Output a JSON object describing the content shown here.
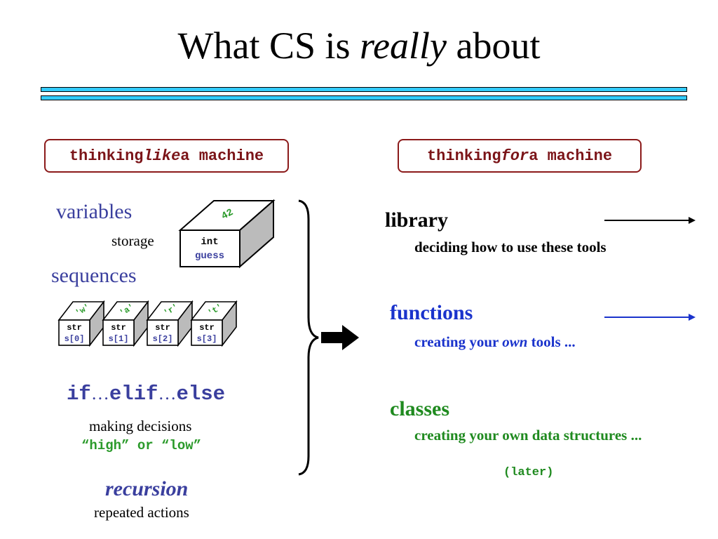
{
  "slide": {
    "title_pre": "What CS is ",
    "title_em": "really",
    "title_post": " about"
  },
  "left_pill": {
    "pre": "thinking ",
    "em": "like",
    "post": " a machine"
  },
  "right_pill": {
    "pre": "thinking ",
    "em": "for",
    "post": " a machine"
  },
  "left": {
    "variables": "variables",
    "storage": "storage",
    "box": {
      "value": "42",
      "type": "int",
      "name": "guess"
    },
    "sequences": "sequences",
    "seq_boxes": [
      {
        "value": "'w'",
        "type": "str",
        "name": "s[0]"
      },
      {
        "value": "'a'",
        "type": "str",
        "name": "s[1]"
      },
      {
        "value": "'r'",
        "type": "str",
        "name": "s[2]"
      },
      {
        "value": "'t'",
        "type": "str",
        "name": "s[3]"
      }
    ],
    "cond_if": "if",
    "cond_ell1": "…",
    "cond_elif": "elif",
    "cond_ell2": "…",
    "cond_else": "else",
    "decisions": "making decisions",
    "high_low": "“high” or “low”",
    "recursion": "recursion",
    "repeated": "repeated actions"
  },
  "right": {
    "library": "library",
    "library_sub": "deciding how to use these tools",
    "functions": "functions",
    "functions_sub_pre": "creating your ",
    "functions_sub_em": "own",
    "functions_sub_post": " tools ...",
    "classes": "classes",
    "classes_sub": "creating your own data structures ...",
    "later": "(later)"
  },
  "colors": {
    "accent_blue": "#3a3f9e",
    "func_blue": "#1a33cc",
    "class_green": "#1f8a1f",
    "pill_red": "#7b1418",
    "rule_cyan": "#33ccff",
    "value_green": "#2a9a2a"
  }
}
